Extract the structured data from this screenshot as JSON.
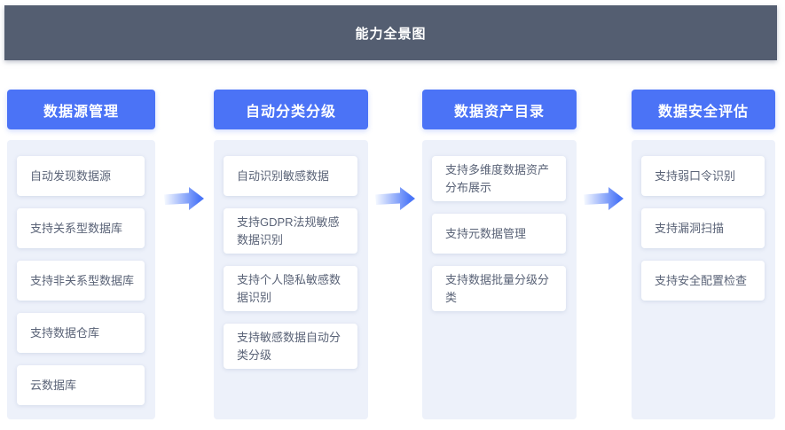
{
  "title": "能力全景图",
  "columns": [
    {
      "header": "数据源管理",
      "items": [
        "自动发现数据源",
        "支持关系型数据库",
        "支持非关系型数据库",
        "支持数据仓库",
        "云数据库"
      ]
    },
    {
      "header": "自动分类分级",
      "items": [
        "自动识别敏感数据",
        "支持GDPR法规敏感数据识别",
        "支持个人隐私敏感数据识别",
        "支持敏感数据自动分类分级"
      ]
    },
    {
      "header": "数据资产目录",
      "items": [
        "支持多维度数据资产分布展示",
        "支持元数据管理",
        "支持数据批量分级分类"
      ]
    },
    {
      "header": "数据安全评估",
      "items": [
        "支持弱口令识别",
        "支持漏洞扫描",
        "支持安全配置检查"
      ]
    }
  ],
  "icons": {
    "flow_arrow": "right-arrow-gradient"
  },
  "colors": {
    "banner_bg": "#545e71",
    "header_bg": "#4b73f6",
    "panel_bg": "#edf1fa",
    "card_text": "#5a6377",
    "arrow_blue": "#4b76f7"
  }
}
